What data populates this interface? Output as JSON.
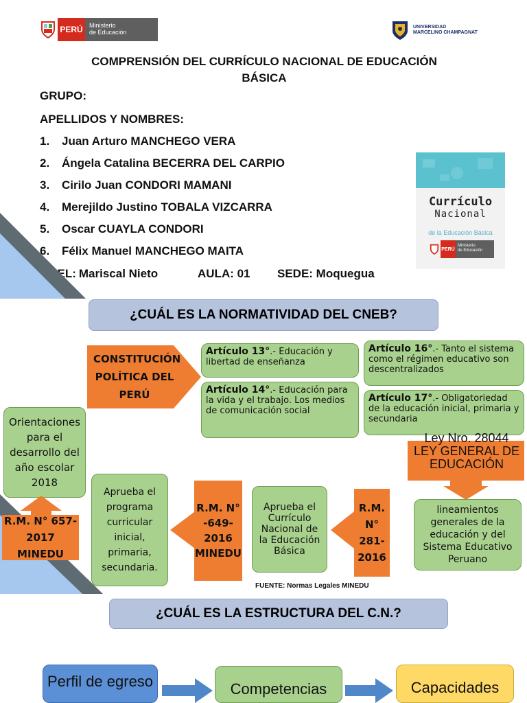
{
  "header": {
    "peru_label": "PERÚ",
    "ministry_line1": "Ministerio",
    "ministry_line2": "de Educación",
    "university_line1": "UNIVERSIDAD",
    "university_line2": "MARCELINO CHAMPAGNAT"
  },
  "title_line1": "COMPRENSIÓN DEL CURRÍCULO NACIONAL DE EDUCACIÓN",
  "title_line2": "BÁSICA",
  "group_label": "GRUPO:",
  "names_label": "APELLIDOS Y NOMBRES:",
  "members": [
    {
      "num": "1.",
      "name": "Juan Arturo MANCHEGO VERA"
    },
    {
      "num": "2.",
      "name": "Ángela Catalina BECERRA DEL CARPIO"
    },
    {
      "num": "3.",
      "name": "Cirilo Juan CONDORI MAMANI"
    },
    {
      "num": "4.",
      "name": "Merejildo Justino TOBALA VIZCARRA"
    },
    {
      "num": "5.",
      "name": "Oscar CUAYLA CONDORI"
    },
    {
      "num": "6.",
      "name": "Félix Manuel MANCHEGO MAITA"
    }
  ],
  "ugel_label": "UGEL:",
  "ugel_value": "Mariscal Nieto",
  "aula": "AULA: 01",
  "sede": "SEDE: Moquegua",
  "book": {
    "title1": "Currículo",
    "title2": "Nacional",
    "subtitle": "de la Educación Básica",
    "peru_label": "PERÚ",
    "ministry_line1": "Ministerio",
    "ministry_line2": "de Educación"
  },
  "question1": "¿CUÁL ES LA NORMATIVIDAD DEL CNEB?",
  "constitution": "CONSTITUCIÓN POLÍTICA DEL PERÚ",
  "art13_title": "Artículo 13°",
  "art13_text": ".- Educación y libertad de enseñanza",
  "art14_title": "Artículo 14°",
  "art14_text": ".- Educación para la vida y el trabajo. Los medios de comunicación social",
  "art16_title": "Artículo 16°",
  "art16_text": ".- Tanto el sistema como el régimen educativo son descentralizados",
  "art17_title": "Artículo 17°",
  "art17_text": ".- Obligatoriedad de la educación inicial, primaria y secundaria",
  "ley_number": "Ley Nro. 28044",
  "ley_name": "LEY GENERAL DE EDUCACIÓN",
  "lineamientos": "lineamientos generales de la educación y del Sistema Educativo Peruano",
  "rm281": "R.M. N° 281-2016",
  "aprueba_cn": "Aprueba el Currículo Nacional de la Educación Básica",
  "rm649": "R.M. N° -649-2016 MINEDU",
  "aprueba_programa": "Aprueba el programa curricular inicial, primaria, secundaria.",
  "rm657": "R.M. N° 657-2017 MINEDU",
  "orientaciones": "Orientaciones para el desarrollo del año escolar 2018",
  "source": "FUENTE: Normas Legales MINEDU",
  "question2": "¿CUÁL ES LA ESTRUCTURA DEL C.N.?",
  "structure": [
    "Perfil de egreso",
    "Competencias",
    "Capacidades"
  ],
  "colors": {
    "banner": "#b5c3dd",
    "green": "#a9d18e",
    "orange": "#ee7d31",
    "blue_box": "#5b8fd6",
    "yellow_box": "#ffd966",
    "arrow_blue": "#4f87c9"
  }
}
